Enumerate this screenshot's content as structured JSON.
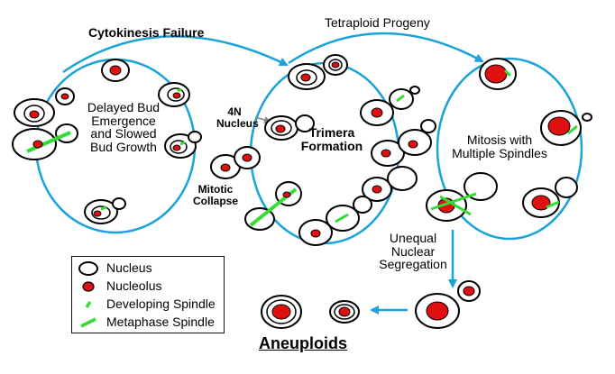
{
  "labels": {
    "cytokinesis_failure": "Cytokinesis Failure",
    "tetraploid_progeny": "Tetraploid Progeny",
    "delayed_bud": [
      "Delayed Bud",
      "Emergence",
      "and Slowed",
      "Bud Growth"
    ],
    "four_n_nucleus": [
      "4N",
      "Nucleus"
    ],
    "trimera_formation": [
      "Trimera",
      "Formation"
    ],
    "mitotic_collapse": [
      "Mitotic",
      "Collapse"
    ],
    "mitosis_multiple_spindles": [
      "Mitosis with",
      "Multiple Spindles"
    ],
    "unequal_segregation": [
      "Unequal",
      "Nuclear",
      "Segregation"
    ],
    "aneuploids": "Aneuploids"
  },
  "legend": {
    "items": [
      {
        "label": "Nucleus",
        "icon": "nucleus-icon"
      },
      {
        "label": "Nucleolus",
        "icon": "nucleolus-icon"
      },
      {
        "label": "Developing Spindle",
        "icon": "developing-spindle-icon"
      },
      {
        "label": "Metaphase Spindle",
        "icon": "metaphase-spindle-icon"
      }
    ]
  },
  "colors": {
    "cycle_line": "#1aa3d9",
    "nucleolus": "#e01010",
    "spindle": "#33dd33",
    "outline": "#000000",
    "pointer_arrow": "#888888"
  }
}
